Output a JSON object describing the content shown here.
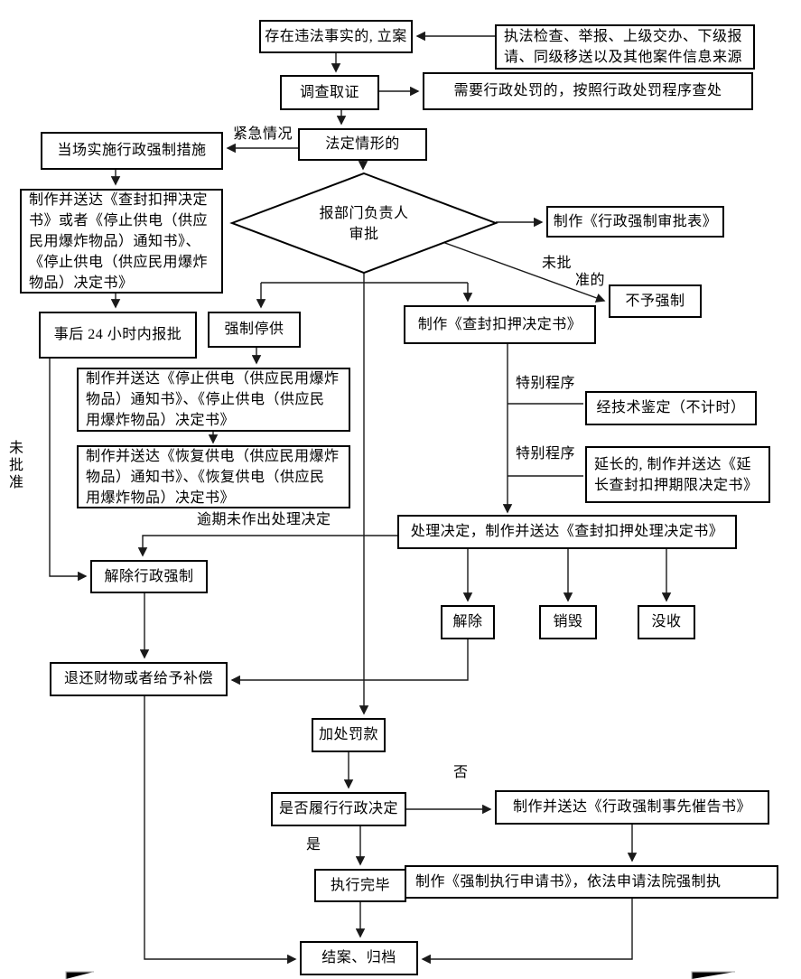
{
  "diagram": {
    "background": "#ffffff",
    "line_color": "#1a1a1a",
    "box_border_color": "#000000",
    "type": "flowchart"
  },
  "nodes": {
    "case_filing": {
      "label": "存在违法事实的, 立案"
    },
    "info_sources": {
      "label": "执法检查、举报、上级交办、下级报\n请、同级移送以及其他案件信息来源"
    },
    "investigation": {
      "label": "调查取证"
    },
    "punishment_procedure": {
      "label": "需要行政处罚的，按照行政处罚程序查处"
    },
    "statutory_situation": {
      "label": "法定情形的"
    },
    "onsite_enforcement": {
      "label": "当场实施行政强制措施"
    },
    "make_deliver_seizure_docs": {
      "label": "制作并送达《查封扣押决定\n书》或者《停止供电（供应\n民用爆炸物品）通知书》、\n《停止供电（供应民用爆炸\n物品）决定书》"
    },
    "report_within_24h": {
      "label": "事后 24 小时内报批"
    },
    "forced_supply_stop": {
      "label": "强制停供"
    },
    "leader_approval": {
      "label": "报部门负责人\n审批"
    },
    "approval_form": {
      "label": "制作《行政强制审批表》"
    },
    "no_enforcement": {
      "label": "不予强制"
    },
    "make_seizure_decision": {
      "label": "制作《查封扣押决定书》"
    },
    "stop_supply_docs": {
      "label": "制作并送达《停止供电（供应民用爆炸\n物品）通知书》、《停止供电（供应民\n用爆炸物品）决定书》"
    },
    "resume_supply_docs": {
      "label": "制作并送达《恢复供电（供应民用爆炸\n物品）通知书》、《恢复供电（供应民\n用爆炸物品）决定书》"
    },
    "technical_appraisal": {
      "label": "经技术鉴定（不计时）"
    },
    "extend_seizure": {
      "label": "延长的, 制作并送达《延\n长查封扣押期限决定书》"
    },
    "handling_decision": {
      "label": "处理决定，制作并送达《查封扣押处理决定书》"
    },
    "release_item": {
      "label": "解除"
    },
    "destroy_item": {
      "label": "销毁"
    },
    "confiscate_item": {
      "label": "没收"
    },
    "release_enforcement": {
      "label": "解除行政强制"
    },
    "refund_compensate": {
      "label": "退还财物或者给予补偿"
    },
    "additional_fine": {
      "label": "加处罚款"
    },
    "comply_decision": {
      "label": "是否履行行政决定"
    },
    "advance_reminder": {
      "label": "制作并送达《行政强制事先催告书》"
    },
    "execution_complete": {
      "label": "执行完毕"
    },
    "court_application": {
      "label": "制作《强制执行申请书》，依法申请法院强制执"
    },
    "close_archive": {
      "label": "结案、归档"
    }
  },
  "edge_labels": {
    "urgent": "紧急情况",
    "not_approved_line1": "未批",
    "not_approved_line2": "准的",
    "special_procedure_1": "特别程序",
    "special_procedure_2": "特别程序",
    "overdue_no_decision": "逾期未作出处理决定",
    "not_approved_vertical": "未批准",
    "no": "否",
    "yes": "是"
  }
}
